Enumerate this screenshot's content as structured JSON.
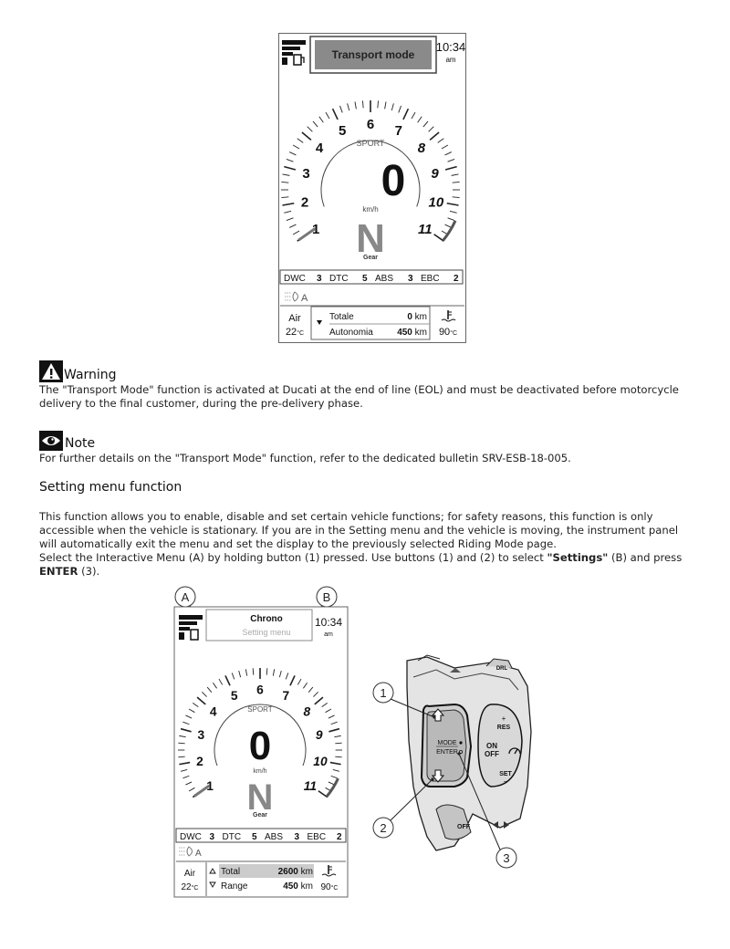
{
  "dash1": {
    "mode_label": "Transport mode",
    "time": "10:34",
    "ampm": "am",
    "riding_mode": "SPORT",
    "speed": "0",
    "speed_unit": "km/h",
    "gear": "N",
    "gear_label": "Gear",
    "rpm_numbers": [
      "1",
      "2",
      "3",
      "4",
      "5",
      "6",
      "7",
      "8",
      "9",
      "10",
      "11"
    ],
    "indicators": [
      {
        "label": "DWC",
        "value": "3"
      },
      {
        "label": "DTC",
        "value": "5"
      },
      {
        "label": "ABS",
        "value": "3"
      },
      {
        "label": "EBC",
        "value": "2"
      }
    ],
    "air_label": "Air",
    "air_value": "22",
    "temp_unit": "°C",
    "trip_row1_label": "Totale",
    "trip_row1_value": "0",
    "trip_row1_unit": "km",
    "trip_row2_label": "Autonomia",
    "trip_row2_value": "450",
    "trip_row2_unit": "km",
    "coolant_value": "90"
  },
  "warning": {
    "title": "Warning",
    "text": "The \"Transport Mode\" function is activated at Ducati at the end of line (EOL) and must be deactivated before motorcycle delivery to the final customer, during the pre-delivery phase."
  },
  "note": {
    "title": "Note",
    "text": "For further details on the \"Transport Mode\" function, refer to the dedicated bulletin SRV-ESB-18-005."
  },
  "section": {
    "heading": "Setting menu function",
    "para1": "This function allows you to enable, disable and set certain vehicle functions; for safety reasons, this function is only accessible when the vehicle is stationary. If you are in the Setting menu and the vehicle is moving, the instrument panel will automatically exit the menu and set the display to the previously selected Riding Mode page.",
    "para2_a": "Select the Interactive Menu (A) by holding button (1) pressed. Use buttons (1) and (2) to select ",
    "para2_b": "\"Settings\"",
    "para2_c": " (B) and press ",
    "para2_d": "ENTER",
    "para2_e": " (3)."
  },
  "dash2": {
    "callout_a": "A",
    "callout_b": "B",
    "menu_top": "Chrono",
    "menu_bottom": "Setting menu",
    "time": "10:34",
    "ampm": "am",
    "riding_mode": "SPORT",
    "speed": "0",
    "speed_unit": "km/h",
    "gear": "N",
    "gear_label": "Gear",
    "rpm_numbers": [
      "1",
      "2",
      "3",
      "4",
      "5",
      "6",
      "7",
      "8",
      "9",
      "10",
      "11"
    ],
    "indicators": [
      {
        "label": "DWC",
        "value": "3"
      },
      {
        "label": "DTC",
        "value": "5"
      },
      {
        "label": "ABS",
        "value": "3"
      },
      {
        "label": "EBC",
        "value": "2"
      }
    ],
    "air_label": "Air",
    "air_value": "22",
    "temp_unit": "°C",
    "trip_row1_label": "Total",
    "trip_row1_value": "2600",
    "trip_row1_unit": "km",
    "trip_row2_label": "Range",
    "trip_row2_value": "450",
    "trip_row2_unit": "km",
    "coolant_value": "90"
  },
  "switch": {
    "callouts": [
      "1",
      "2",
      "3"
    ],
    "mode_label": "MODE",
    "enter_label": "ENTER",
    "res_label": "RES",
    "res_plus": "+",
    "on_label": "ON",
    "off_label": "OFF",
    "set_label": "SET",
    "set_minus": "–",
    "off_bottom": "OFF",
    "top_label": "DRL"
  }
}
